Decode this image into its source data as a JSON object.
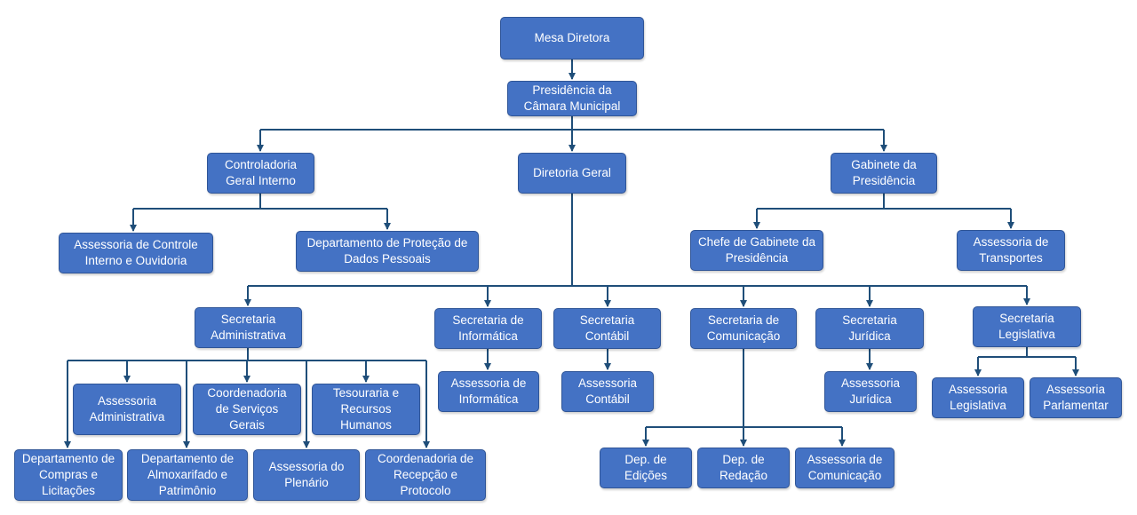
{
  "nodes": {
    "mesa": "Mesa Diretora",
    "presidencia": "Presidência da Câmara Municipal",
    "controladoria": "Controladoria Geral Interno",
    "diretoria": "Diretoria Geral",
    "gabinete": "Gabinete da Presidência",
    "ass_controle": "Assessoria de Controle Interno e Ouvidoria",
    "dep_protecao": "Departamento de Proteção de Dados Pessoais",
    "chefe_gabinete": "Chefe de Gabinete da Presidência",
    "ass_transportes": "Assessoria de Transportes",
    "sec_admin": "Secretaria Administrativa",
    "sec_info": "Secretaria de Informática",
    "sec_contabil": "Secretaria Contábil",
    "sec_comunic": "Secretaria de Comunicação",
    "sec_juridica": "Secretaria Jurídica",
    "sec_legis": "Secretaria Legislativa",
    "ass_admin": "Assessoria Administrativa",
    "coord_servicos": "Coordenadoria de Serviços Gerais",
    "tesouraria": "Tesouraria e Recursos Humanos",
    "dep_compras": "Departamento de Compras e Licitações",
    "dep_almox": "Departamento de Almoxarifado e Patrimônio",
    "ass_plenario": "Assessoria do Plenário",
    "coord_recepcao": "Coordenadoria de Recepção e Protocolo",
    "ass_info": "Assessoria de Informática",
    "ass_contabil": "Assessoria Contábil",
    "dep_edicoes": "Dep. de Edições",
    "dep_redacao": "Dep. de Redação",
    "ass_comunic": "Assessoria de Comunicação",
    "ass_juridica": "Assessoria Jurídica",
    "ass_legis": "Assessoria Legislativa",
    "ass_parlamentar": "Assessoria Parlamentar"
  },
  "colors": {
    "box": "#4472c4",
    "border": "#2f5597",
    "text": "#ffffff",
    "line": "#1f4e79"
  }
}
